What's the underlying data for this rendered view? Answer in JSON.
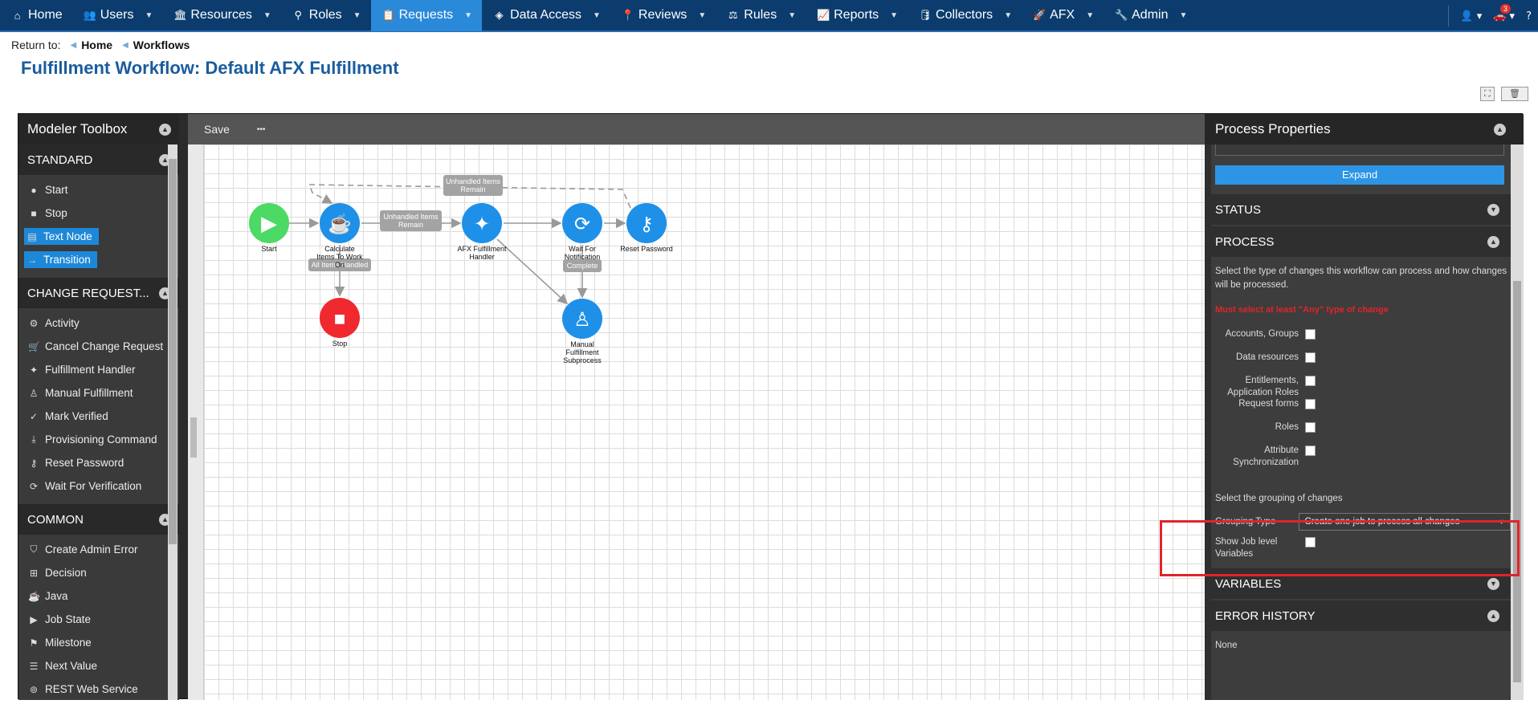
{
  "nav": {
    "items": [
      {
        "label": "Home",
        "icon": "home-icon",
        "caret": false
      },
      {
        "label": "Users",
        "icon": "users-icon",
        "caret": true
      },
      {
        "label": "Resources",
        "icon": "bank-icon",
        "caret": true
      },
      {
        "label": "Roles",
        "icon": "sitemap-icon",
        "caret": true
      },
      {
        "label": "Requests",
        "icon": "clipboard-icon",
        "caret": true,
        "active": true
      },
      {
        "label": "Data Access",
        "icon": "layers-icon",
        "caret": true
      },
      {
        "label": "Reviews",
        "icon": "pin-icon",
        "caret": true
      },
      {
        "label": "Rules",
        "icon": "scale-icon",
        "caret": true
      },
      {
        "label": "Reports",
        "icon": "chart-icon",
        "caret": true
      },
      {
        "label": "Collectors",
        "icon": "database-icon",
        "caret": true
      },
      {
        "label": "AFX",
        "icon": "rocket-icon",
        "caret": true
      },
      {
        "label": "Admin",
        "icon": "tools-icon",
        "caret": true
      }
    ],
    "notification_count": "3"
  },
  "breadcrumb": {
    "prefix": "Return to:",
    "items": [
      "Home",
      "Workflows"
    ]
  },
  "page_title": "Fulfillment Workflow: Default AFX Fulfillment",
  "toolbox": {
    "title": "Modeler Toolbox",
    "sections": [
      {
        "title": "STANDARD",
        "items": [
          {
            "label": "Start",
            "icon": "circle-icon"
          },
          {
            "label": "Stop",
            "icon": "square-icon"
          },
          {
            "label": "Text Node",
            "icon": "document-icon",
            "highlight": true
          },
          {
            "label": "Transition",
            "icon": "arrow-right-icon",
            "highlight": true
          }
        ]
      },
      {
        "title": "CHANGE REQUEST...",
        "items": [
          {
            "label": "Activity",
            "icon": "gears-icon"
          },
          {
            "label": "Cancel Change Request",
            "icon": "cart-icon"
          },
          {
            "label": "Fulfillment Handler",
            "icon": "wand-icon"
          },
          {
            "label": "Manual Fulfillment",
            "icon": "hierarchy-icon"
          },
          {
            "label": "Mark Verified",
            "icon": "check-circle-icon"
          },
          {
            "label": "Provisioning Command",
            "icon": "download-icon"
          },
          {
            "label": "Reset Password",
            "icon": "key-icon"
          },
          {
            "label": "Wait For Verification",
            "icon": "refresh-icon"
          }
        ]
      },
      {
        "title": "COMMON",
        "items": [
          {
            "label": "Create Admin Error",
            "icon": "shield-icon"
          },
          {
            "label": "Decision",
            "icon": "signpost-icon"
          },
          {
            "label": "Java",
            "icon": "coffee-icon"
          },
          {
            "label": "Job State",
            "icon": "play-circle-icon"
          },
          {
            "label": "Milestone",
            "icon": "flag-icon"
          },
          {
            "label": "Next Value",
            "icon": "list-icon"
          },
          {
            "label": "REST Web Service",
            "icon": "wifi-icon"
          }
        ]
      }
    ]
  },
  "canvas": {
    "toolbar": {
      "save_label": "Save",
      "more_label": "•••"
    },
    "nodes": [
      {
        "id": "start",
        "label": [
          "Start"
        ],
        "color": "#4cd964",
        "icon": "play-icon"
      },
      {
        "id": "calc",
        "label": [
          "Calculate",
          "Items To Work",
          "On"
        ],
        "color": "#1e90e8",
        "icon": "coffee-icon"
      },
      {
        "id": "afx",
        "label": [
          "AFX Fulfillment",
          "Handler"
        ],
        "color": "#1e90e8",
        "icon": "wand-icon"
      },
      {
        "id": "wait",
        "label": [
          "Wait For",
          "Notification"
        ],
        "color": "#1e90e8",
        "icon": "refresh-icon"
      },
      {
        "id": "reset",
        "label": [
          "Reset Password"
        ],
        "color": "#1e90e8",
        "icon": "key-icon"
      },
      {
        "id": "stop",
        "label": [
          "Stop"
        ],
        "color": "#f0292f",
        "icon": "stop-icon"
      },
      {
        "id": "manual",
        "label": [
          "Manual",
          "Fulfillment",
          "Subprocess"
        ],
        "color": "#1e90e8",
        "icon": "hierarchy-icon"
      }
    ],
    "edge_labels": {
      "unhandled_top": [
        "Unhandled Items",
        "Remain"
      ],
      "unhandled_mid": [
        "Unhandled Items",
        "Remain"
      ],
      "all_handled": "All Items Handled",
      "complete": "Complete"
    }
  },
  "properties": {
    "title": "Process Properties",
    "expand_label": "Expand",
    "status_title": "STATUS",
    "process_title": "PROCESS",
    "process_desc": "Select the type of changes this workflow can process and how changes will be processed.",
    "warning": "Must select at least \"Any\" type of change",
    "change_types": [
      {
        "label": "Accounts, Groups"
      },
      {
        "label": "Data resources"
      },
      {
        "label": "Entitlements, Application Roles"
      },
      {
        "label": "Request forms"
      },
      {
        "label": "Roles"
      },
      {
        "label": "Attribute Synchronization"
      }
    ],
    "grouping_desc": "Select the grouping of changes",
    "grouping_label": "Grouping Type",
    "grouping_value": "Create one job to process all changes",
    "show_job_label": "Show Job level Variables",
    "variables_title": "VARIABLES",
    "error_title": "ERROR HISTORY",
    "error_value": "None"
  },
  "colors": {
    "nav_bg": "#0b3c6d",
    "nav_active": "#2a8ad9",
    "accent": "#1e90e8",
    "stop": "#f0292f",
    "start": "#4cd964",
    "highlight_box": "#e0242a"
  }
}
